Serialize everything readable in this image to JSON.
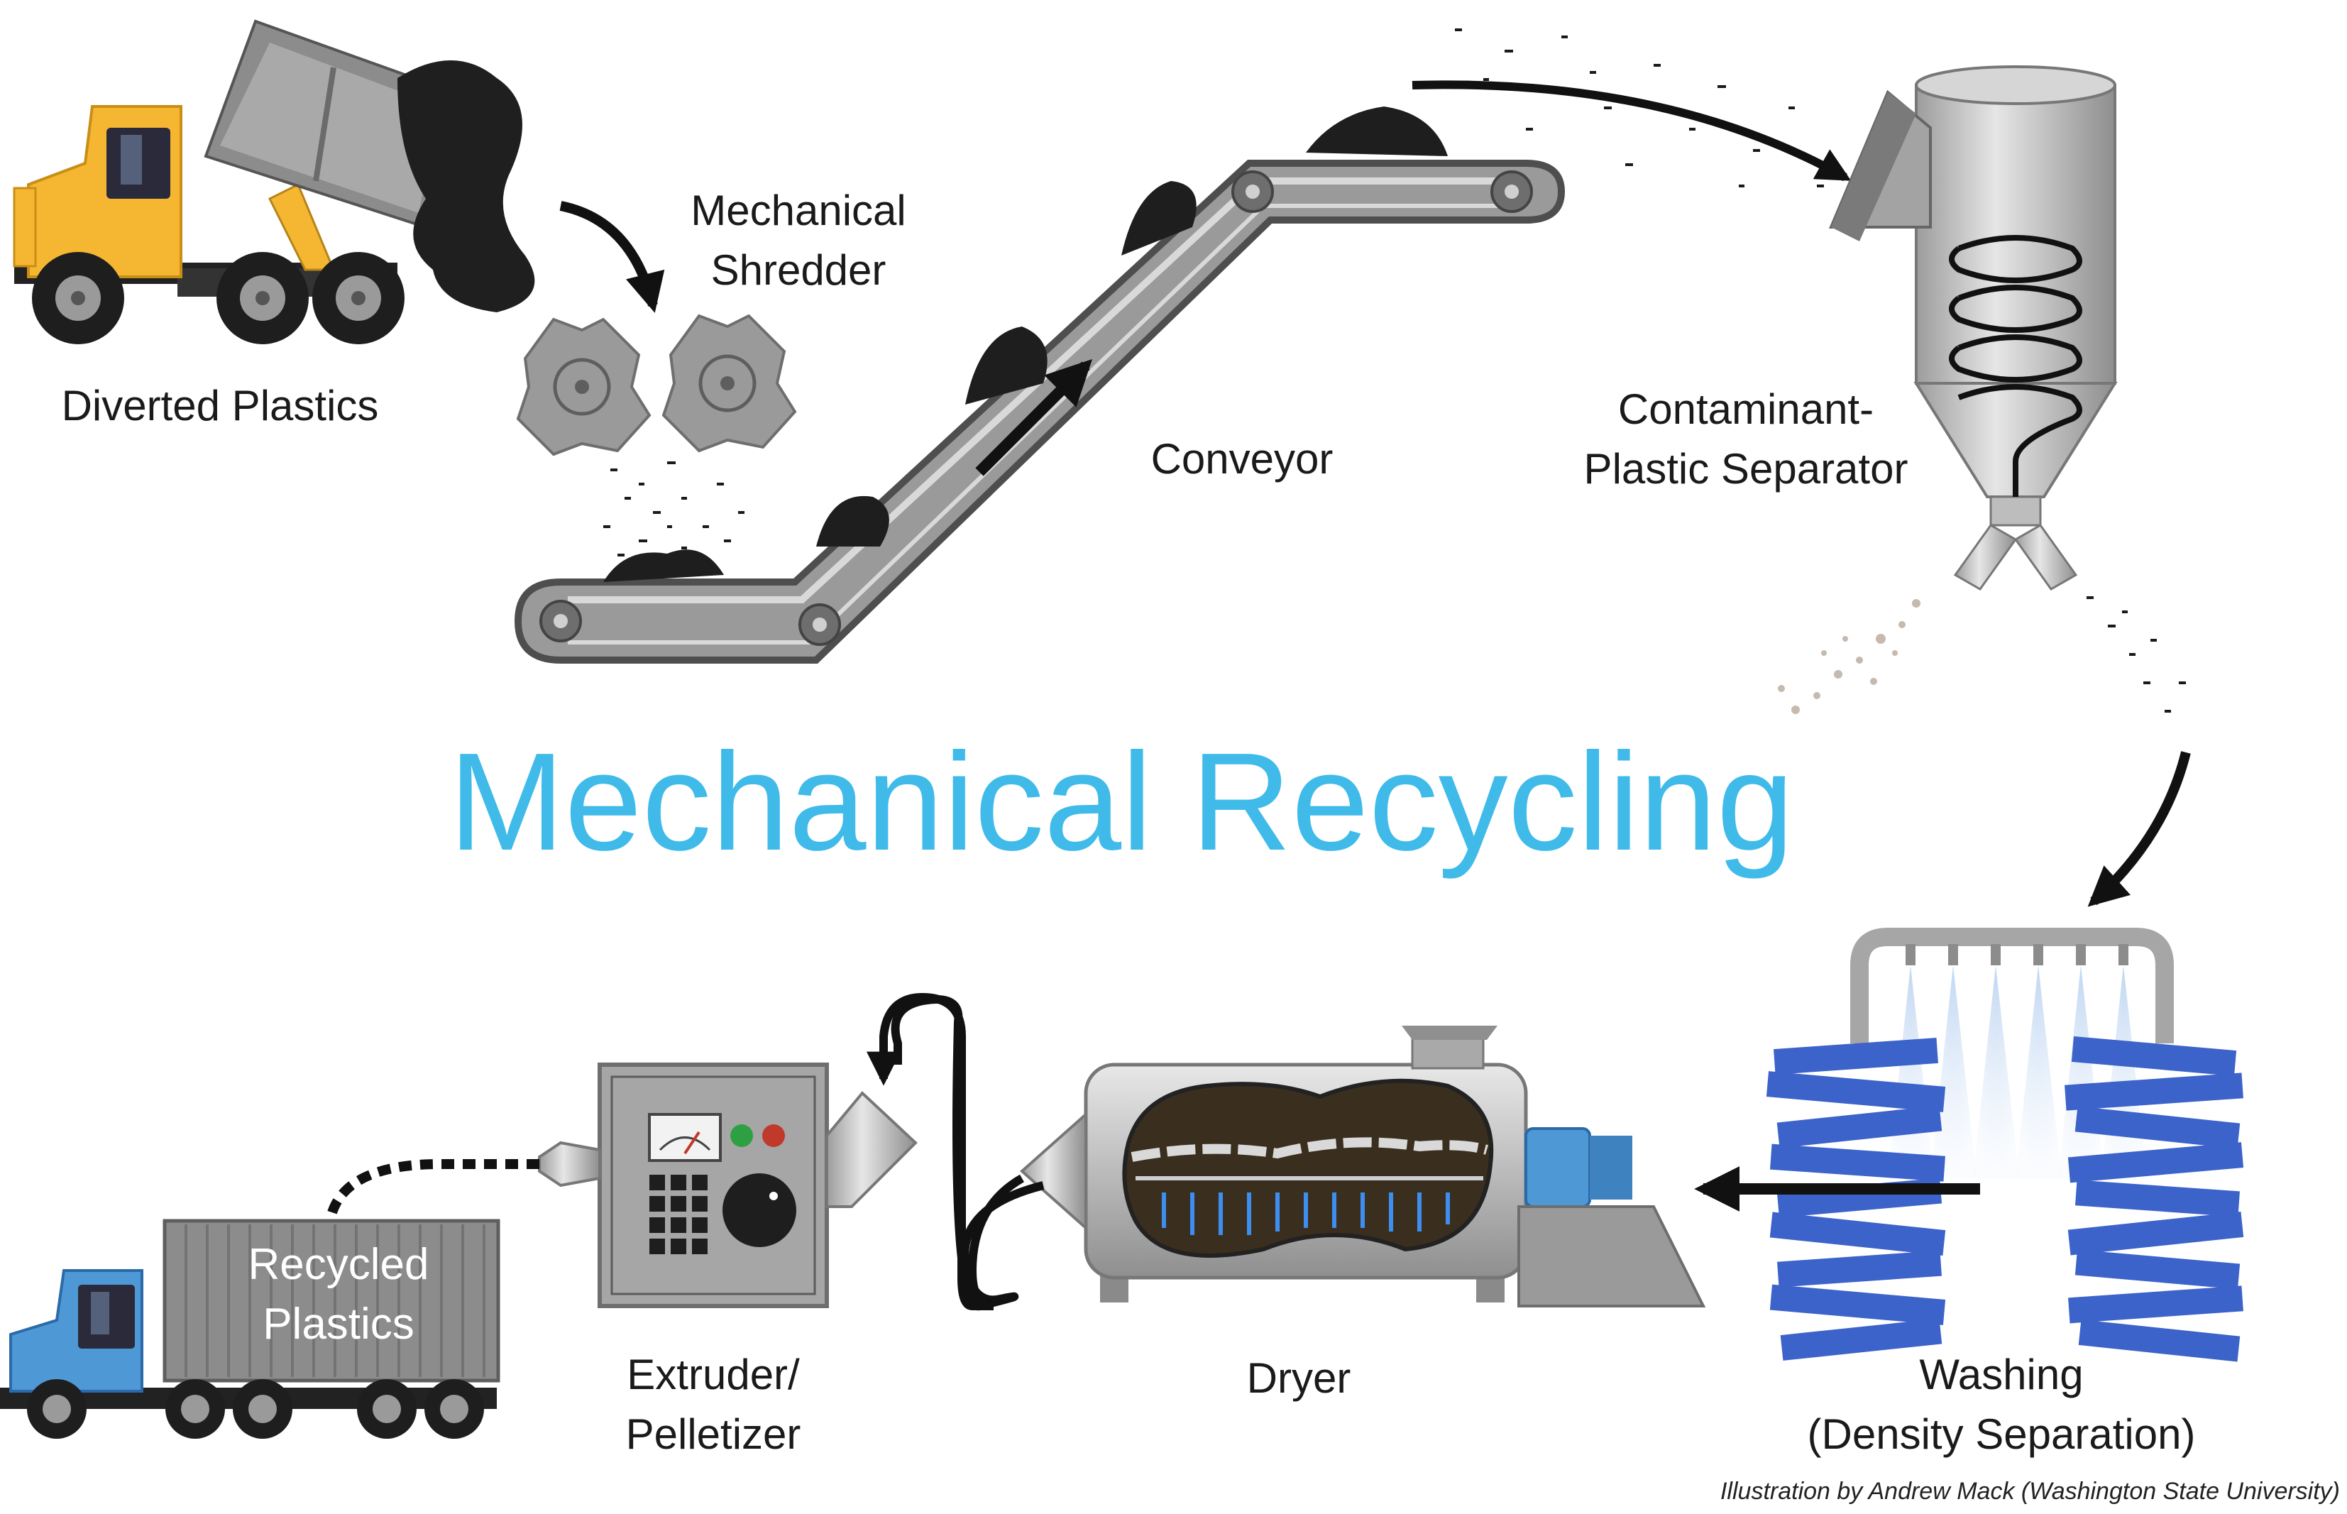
{
  "title": "Mechanical Recycling",
  "credit": "Illustration by Andrew Mack (Washington State University)",
  "steps": {
    "diverted_plastics": {
      "line1": "Diverted Plastics"
    },
    "shredder": {
      "line1": "Mechanical",
      "line2": "Shredder"
    },
    "conveyor": {
      "line1": "Conveyor"
    },
    "separator": {
      "line1": "Contaminant-",
      "line2": "Plastic Separator"
    },
    "washing": {
      "line1": "Washing",
      "line2": "(Density Separation)"
    },
    "dryer": {
      "line1": "Dryer"
    },
    "extruder": {
      "line1": "Extruder/",
      "line2": "Pelletizer"
    },
    "recycled_plastics": {
      "line1": "Recycled",
      "line2": "Plastics"
    }
  },
  "icons": [
    "dump-truck-icon",
    "shredder-icon",
    "conveyor-icon",
    "separator-icon",
    "washer-icon",
    "dryer-icon",
    "extruder-icon",
    "cargo-truck-icon"
  ],
  "colors": {
    "title": "#40bbe9",
    "dump_truck": "#f5b731",
    "cargo_truck": "#4f98d6",
    "washer_brushes": "#3c63c9",
    "metal": "#9a9a9a",
    "plastic": "#222222"
  }
}
